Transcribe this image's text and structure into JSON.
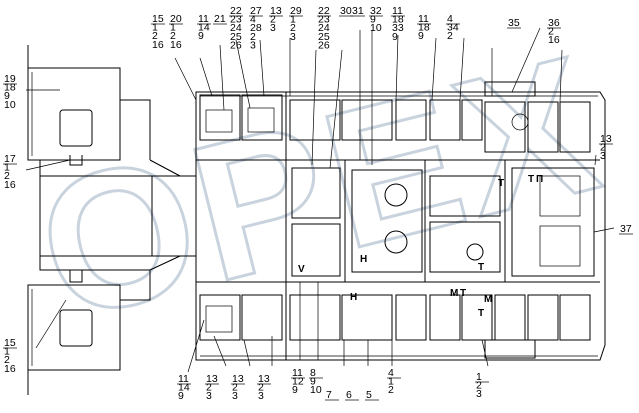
{
  "watermark": {
    "text": "OPEX",
    "color": "#c9d3de"
  },
  "callouts_top": [
    {
      "id": "t1",
      "lines": [
        "15",
        "1",
        "2",
        "16"
      ]
    },
    {
      "id": "t2",
      "lines": [
        "20",
        "1",
        "2",
        "16"
      ]
    },
    {
      "id": "t3",
      "lines": [
        "11",
        "14",
        "9"
      ]
    },
    {
      "id": "t4",
      "lines": [
        "21"
      ]
    },
    {
      "id": "t5",
      "lines": [
        "22",
        "23",
        "24",
        "25",
        "26"
      ]
    },
    {
      "id": "t6",
      "lines": [
        "27",
        "4",
        "28",
        "2",
        "3"
      ]
    },
    {
      "id": "t7",
      "lines": [
        "13",
        "2",
        "3"
      ]
    },
    {
      "id": "t8",
      "lines": [
        "29",
        "1",
        "2",
        "3"
      ]
    },
    {
      "id": "t9",
      "lines": [
        "22",
        "23",
        "24",
        "25",
        "26"
      ]
    },
    {
      "id": "t10",
      "lines": [
        "30"
      ]
    },
    {
      "id": "t11",
      "lines": [
        "31"
      ]
    },
    {
      "id": "t12",
      "lines": [
        "32",
        "9",
        "10"
      ]
    },
    {
      "id": "t13",
      "lines": [
        "11",
        "18",
        "33",
        "9"
      ]
    },
    {
      "id": "t14",
      "lines": [
        "11",
        "18",
        "9"
      ]
    },
    {
      "id": "t15",
      "lines": [
        "4",
        "34",
        "2"
      ]
    },
    {
      "id": "t16",
      "lines": [
        "35"
      ]
    },
    {
      "id": "t17",
      "lines": [
        "36",
        "2",
        "16"
      ]
    }
  ],
  "callouts_left": [
    {
      "id": "l1",
      "lines": [
        "19",
        "18",
        "9",
        "10"
      ]
    },
    {
      "id": "l2",
      "lines": [
        "17",
        "1",
        "2",
        "16"
      ]
    },
    {
      "id": "l3",
      "lines": [
        "15",
        "1",
        "2",
        "16"
      ]
    }
  ],
  "callouts_right": [
    {
      "id": "r1",
      "lines": [
        "13",
        "2",
        "3"
      ]
    },
    {
      "id": "r2",
      "lines": [
        "37"
      ]
    }
  ],
  "callouts_bottom": [
    {
      "id": "b1",
      "lines": [
        "11",
        "14",
        "9"
      ]
    },
    {
      "id": "b2",
      "lines": [
        "13",
        "2",
        "3"
      ]
    },
    {
      "id": "b3",
      "lines": [
        "13",
        "2",
        "3"
      ]
    },
    {
      "id": "b4",
      "lines": [
        "13",
        "2",
        "3"
      ]
    },
    {
      "id": "b5",
      "lines": [
        "11",
        "12",
        "9"
      ]
    },
    {
      "id": "b6",
      "lines": [
        "8",
        "9",
        "10"
      ]
    },
    {
      "id": "b7",
      "lines": [
        "7"
      ]
    },
    {
      "id": "b8",
      "lines": [
        "6"
      ]
    },
    {
      "id": "b9",
      "lines": [
        "5"
      ]
    },
    {
      "id": "b10",
      "lines": [
        "4",
        "1",
        "2"
      ]
    },
    {
      "id": "b11",
      "lines": [
        "1",
        "2",
        "3"
      ]
    }
  ],
  "inline_markers": [
    {
      "id": "m1",
      "text": "T"
    },
    {
      "id": "m2",
      "text": "T"
    },
    {
      "id": "m3",
      "text": "T"
    },
    {
      "id": "m4",
      "text": "H"
    },
    {
      "id": "m5",
      "text": "H"
    },
    {
      "id": "m6",
      "text": "M"
    },
    {
      "id": "m7",
      "text": "M"
    },
    {
      "id": "m8",
      "text": "T"
    },
    {
      "id": "m9",
      "text": "T"
    },
    {
      "id": "m10",
      "text": "П"
    },
    {
      "id": "m11",
      "text": "V"
    }
  ]
}
